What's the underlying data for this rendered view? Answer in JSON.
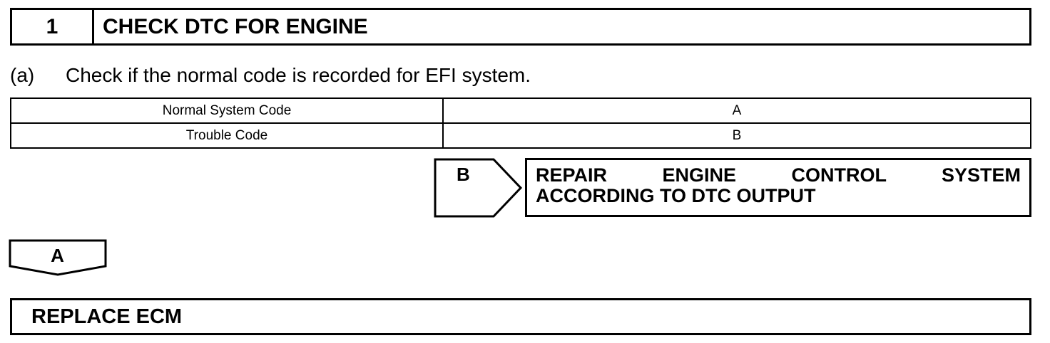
{
  "step": {
    "number": "1",
    "title": "CHECK DTC FOR ENGINE"
  },
  "instruction": {
    "marker": "(a)",
    "text": "Check if the normal code is recorded for EFI system."
  },
  "result_table": {
    "rows": [
      {
        "condition": "Normal System Code",
        "result": "A"
      },
      {
        "condition": "Trouble Code",
        "result": "B"
      }
    ]
  },
  "branch_b": {
    "label": "B",
    "action_line1": "REPAIR ENGINE CONTROL SYSTEM",
    "action_line2": "ACCORDING TO DTC OUTPUT"
  },
  "branch_a": {
    "label": "A"
  },
  "final_step": {
    "title": "REPLACE ECM"
  }
}
